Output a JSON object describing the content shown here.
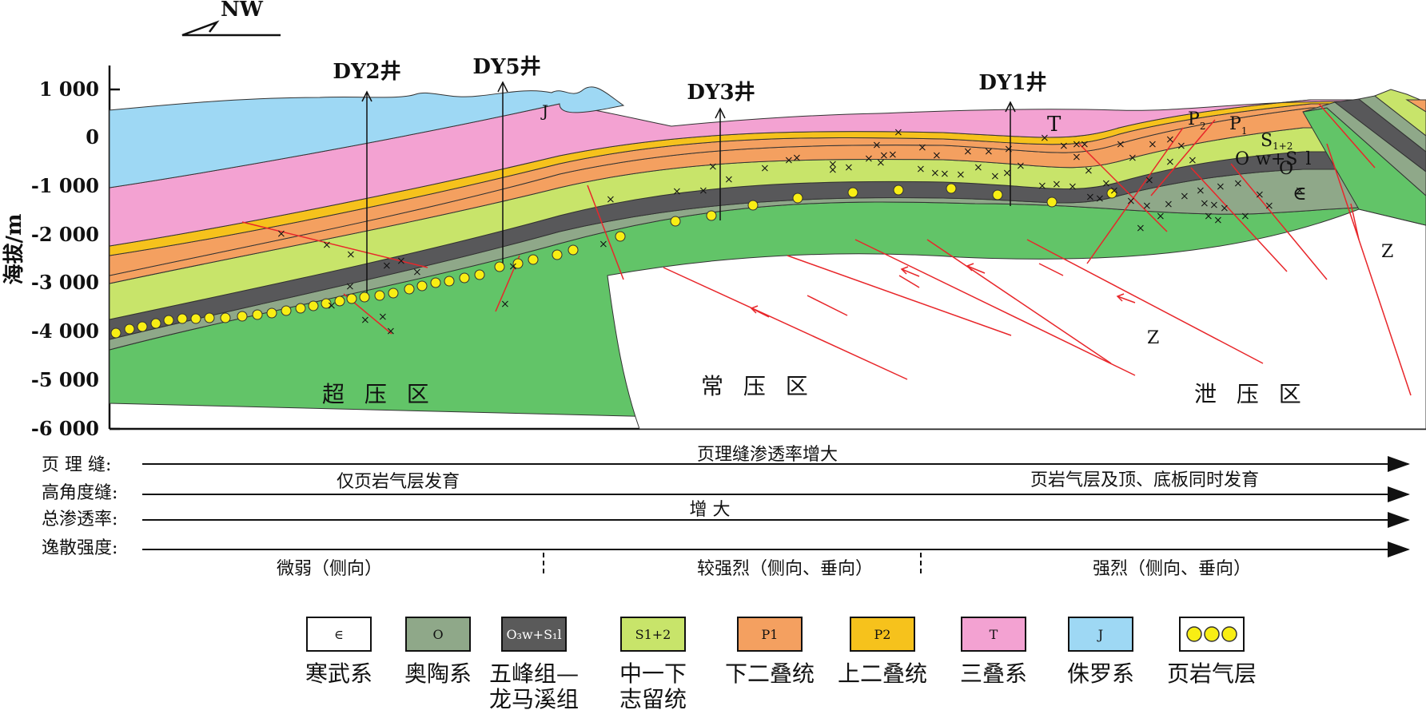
{
  "compass": {
    "label": "NW"
  },
  "axis": {
    "title": "海拔/m",
    "ticks": [
      "1 000",
      "0",
      "-1 000",
      "-2 000",
      "-3 000",
      "-4 000",
      "-5 000",
      "-6 000"
    ]
  },
  "wells": [
    {
      "name": "DY2井"
    },
    {
      "name": "DY5井"
    },
    {
      "name": "DY3井"
    },
    {
      "name": "DY1井"
    }
  ],
  "unit_labels": {
    "J": "J",
    "T": "T",
    "P2": "P",
    "P2_sub": "2",
    "P1": "P",
    "P1_sub": "1",
    "S12": "S",
    "S12_sub": "1+2",
    "O3w": "O",
    "O3w_rest": "w+S",
    "O3w_l": "l",
    "O": "O",
    "cambrian": "∈",
    "z1": "Z",
    "z2": "Z"
  },
  "zones": [
    "超 压 区",
    "常 压 区",
    "泄 压 区"
  ],
  "rows": [
    {
      "label": "页 理 缝:",
      "text_center": "页理缝渗透率增大"
    },
    {
      "label": "高角度缝:",
      "text_left": "仅页岩气层发育",
      "text_right": "页岩气层及顶、底板同时发育"
    },
    {
      "label": "总渗透率:",
      "text_center": "增   大"
    },
    {
      "label": "逸散强度:",
      "seg1": "微弱（侧向）",
      "seg2": "较强烈（侧向、垂向）",
      "seg3": "强烈（侧向、垂向）"
    }
  ],
  "legend": [
    {
      "symbol": "∈",
      "label": "寒武系",
      "color": "#ffffff"
    },
    {
      "symbol": "O",
      "label": "奥陶系",
      "color": "#8fa889"
    },
    {
      "symbol": "O₃w+S₁l",
      "label": "五峰组—\n龙马溪组",
      "color": "#5a5a5a"
    },
    {
      "symbol": "S1+2",
      "label": "中一下\n志留统",
      "color": "#c8e46a"
    },
    {
      "symbol": "P1",
      "label": "下二叠统",
      "color": "#f4a060"
    },
    {
      "symbol": "P2",
      "label": "上二叠统",
      "color": "#f6c21c"
    },
    {
      "symbol": "T",
      "label": "三叠系",
      "color": "#f3a2d2"
    },
    {
      "symbol": "J",
      "label": "侏罗系",
      "color": "#9ed8f4"
    },
    {
      "symbol": "",
      "label": "页岩气层",
      "color": "#ffffff"
    }
  ],
  "colors": {
    "jurassic": "#9ed8f4",
    "triassic": "#f3a2d2",
    "p2": "#f6c21c",
    "p1": "#f4a060",
    "silurian": "#c8e46a",
    "shale": "#58585a",
    "ordovician": "#8fa889",
    "cambrian": "#62c468",
    "fault": "#e8262a",
    "gas": "#f8ee14"
  }
}
